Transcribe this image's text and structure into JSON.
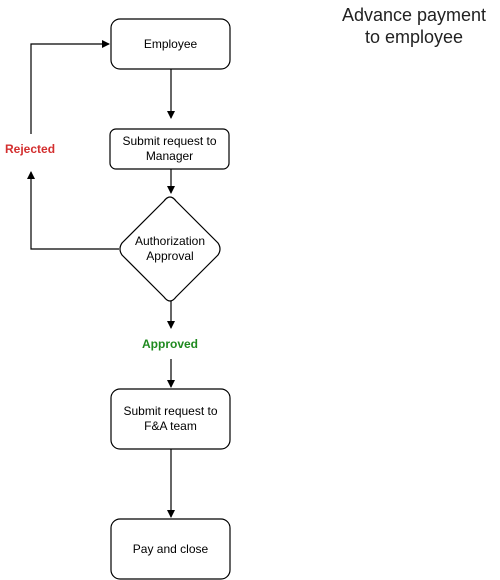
{
  "title": "Advance payment\nto employee",
  "nodes": {
    "employee": "Employee",
    "submit_manager": "Submit request to\nManager",
    "authorization": "Authorization\nApproval",
    "submit_fa": "Submit request to\nF&A team",
    "pay_close": "Pay and close"
  },
  "edge_labels": {
    "rejected": "Rejected",
    "approved": "Approved"
  },
  "colors": {
    "rejected": "#d32f2f",
    "approved": "#1f8a1f",
    "stroke": "#000000"
  }
}
